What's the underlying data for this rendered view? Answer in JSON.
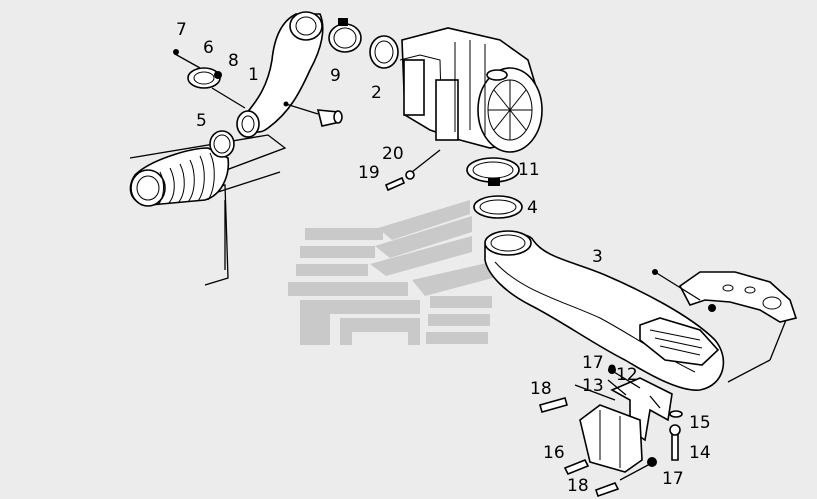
{
  "diagram": {
    "callouts": {
      "c1": "1",
      "c2": "2",
      "c3": "3",
      "c4": "4",
      "c5": "5",
      "c6": "6",
      "c7": "7",
      "c8": "8",
      "c9": "9",
      "c11": "11",
      "c12": "12",
      "c13": "13",
      "c14": "14",
      "c15": "15",
      "c16": "16",
      "c17a": "17",
      "c17b": "17",
      "c18a": "18",
      "c18b": "18",
      "c19": "19",
      "c20": "20"
    },
    "colors": {
      "background": "#ececec",
      "line": "#000000",
      "watermark": "#c9c9c9"
    }
  }
}
